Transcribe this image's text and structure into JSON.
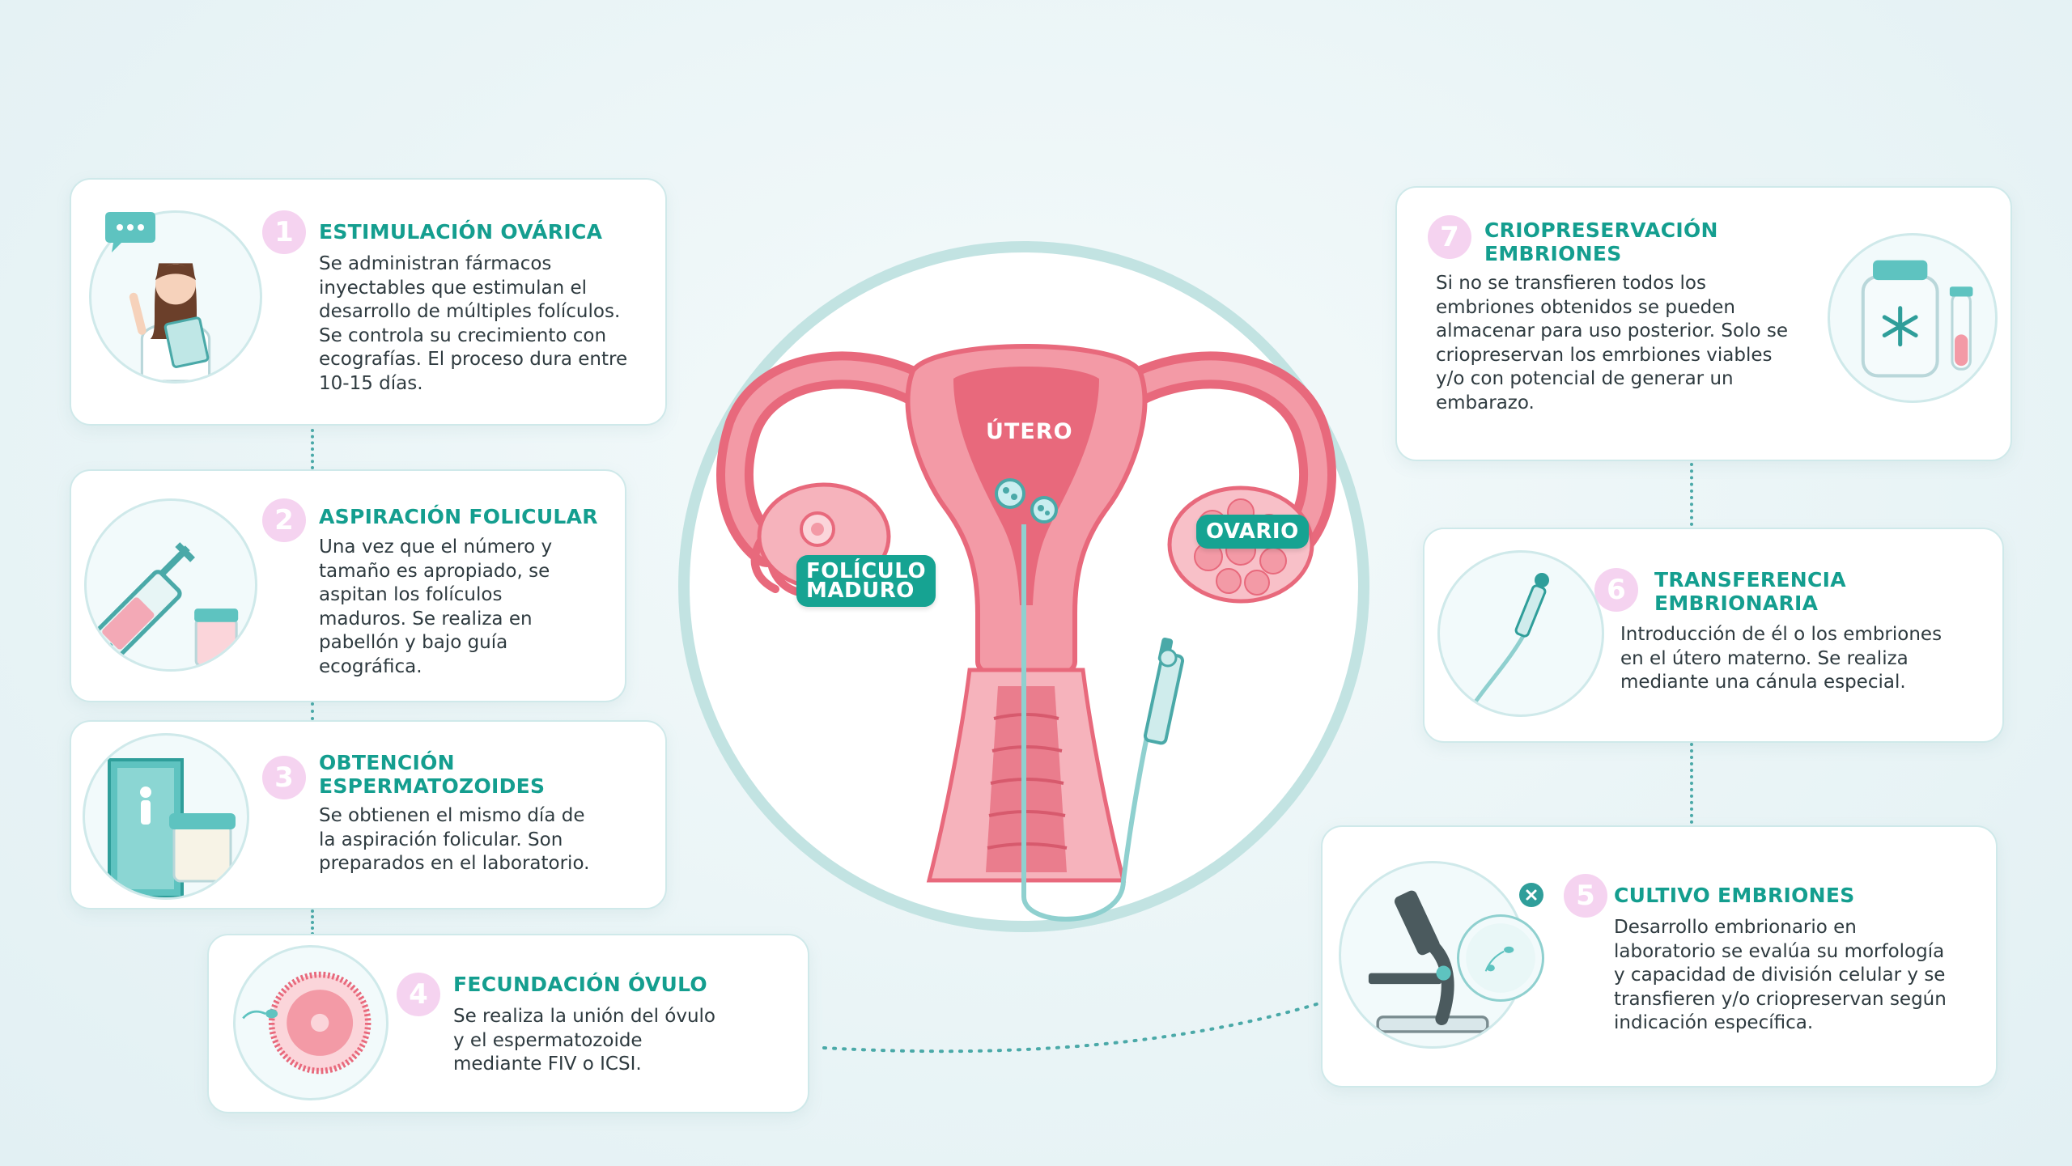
{
  "center": {
    "uterus_label": "ÚTERO",
    "ovary_label": "OVARIO",
    "follicle_label_line1": "FOLÍCULO",
    "follicle_label_line2": "MADURO"
  },
  "steps": [
    {
      "number": "1",
      "title_line1": "ESTIMULACIÓN OVÁRICA",
      "title_line2": "",
      "description": [
        "Se administran fármacos",
        "inyectables que estimulan el",
        "desarrollo de múltiples folículos.",
        "Se controla su crecimiento con",
        "ecografías. El proceso dura entre",
        "10-15 días."
      ]
    },
    {
      "number": "2",
      "title_line1": "ASPIRACIÓN FOLICULAR",
      "title_line2": "",
      "description": [
        "Una vez que el número y",
        "tamaño es apropiado, se",
        "aspitan los folículos",
        "maduros. Se realiza en",
        "pabellón y bajo guía",
        "ecográfica."
      ]
    },
    {
      "number": "3",
      "title_line1": "OBTENCIÓN",
      "title_line2": "ESPERMATOZOIDES",
      "description": [
        "Se obtienen el mismo día de",
        "la aspiración folicular. Son",
        "preparados en el laboratorio."
      ]
    },
    {
      "number": "4",
      "title_line1": "FECUNDACIÓN ÓVULO",
      "title_line2": "",
      "description": [
        "Se realiza la unión del óvulo",
        "y el espermatozoide",
        "mediante FIV o ICSI."
      ]
    },
    {
      "number": "5",
      "title_line1": "CULTIVO EMBRIONES",
      "title_line2": "",
      "description": [
        "Desarrollo embrionario en",
        "laboratorio se evalúa su morfología",
        "y capacidad de división celular y se",
        "transfieren y/o criopreservan según",
        "indicación específica."
      ]
    },
    {
      "number": "6",
      "title_line1": "TRANSFERENCIA",
      "title_line2": "EMBRIONARIA",
      "description": [
        "Introducción de él o los embriones",
        "en el útero materno. Se realiza",
        "mediante una cánula especial."
      ]
    },
    {
      "number": "7",
      "title_line1": "CRIOPRESERVACIÓN",
      "title_line2": "EMBRIONES",
      "description": [
        "Si no se transfieren todos los",
        "embriones obtenidos se pueden",
        "almacenar para uso posterior. Solo se",
        "criopreservan los emrbiones viables",
        "y/o con potencial de generar un",
        "embarazo."
      ]
    }
  ],
  "colors": {
    "accent_teal": "#149e8f",
    "number_pink": "#f5d3f0",
    "card_border": "#cfe9ea",
    "uterus_pink": "#e8697c"
  },
  "icons": [
    "chat-bubble-icon",
    "doctor-icon",
    "syringe-icon",
    "vial-icon",
    "door-icon",
    "specimen-cup-icon",
    "egg-cell-icon",
    "sperm-icon",
    "microscope-icon",
    "petri-dish-icon",
    "close-icon",
    "cannula-icon",
    "cryo-container-icon",
    "snowflake-icon",
    "test-tube-icon"
  ]
}
